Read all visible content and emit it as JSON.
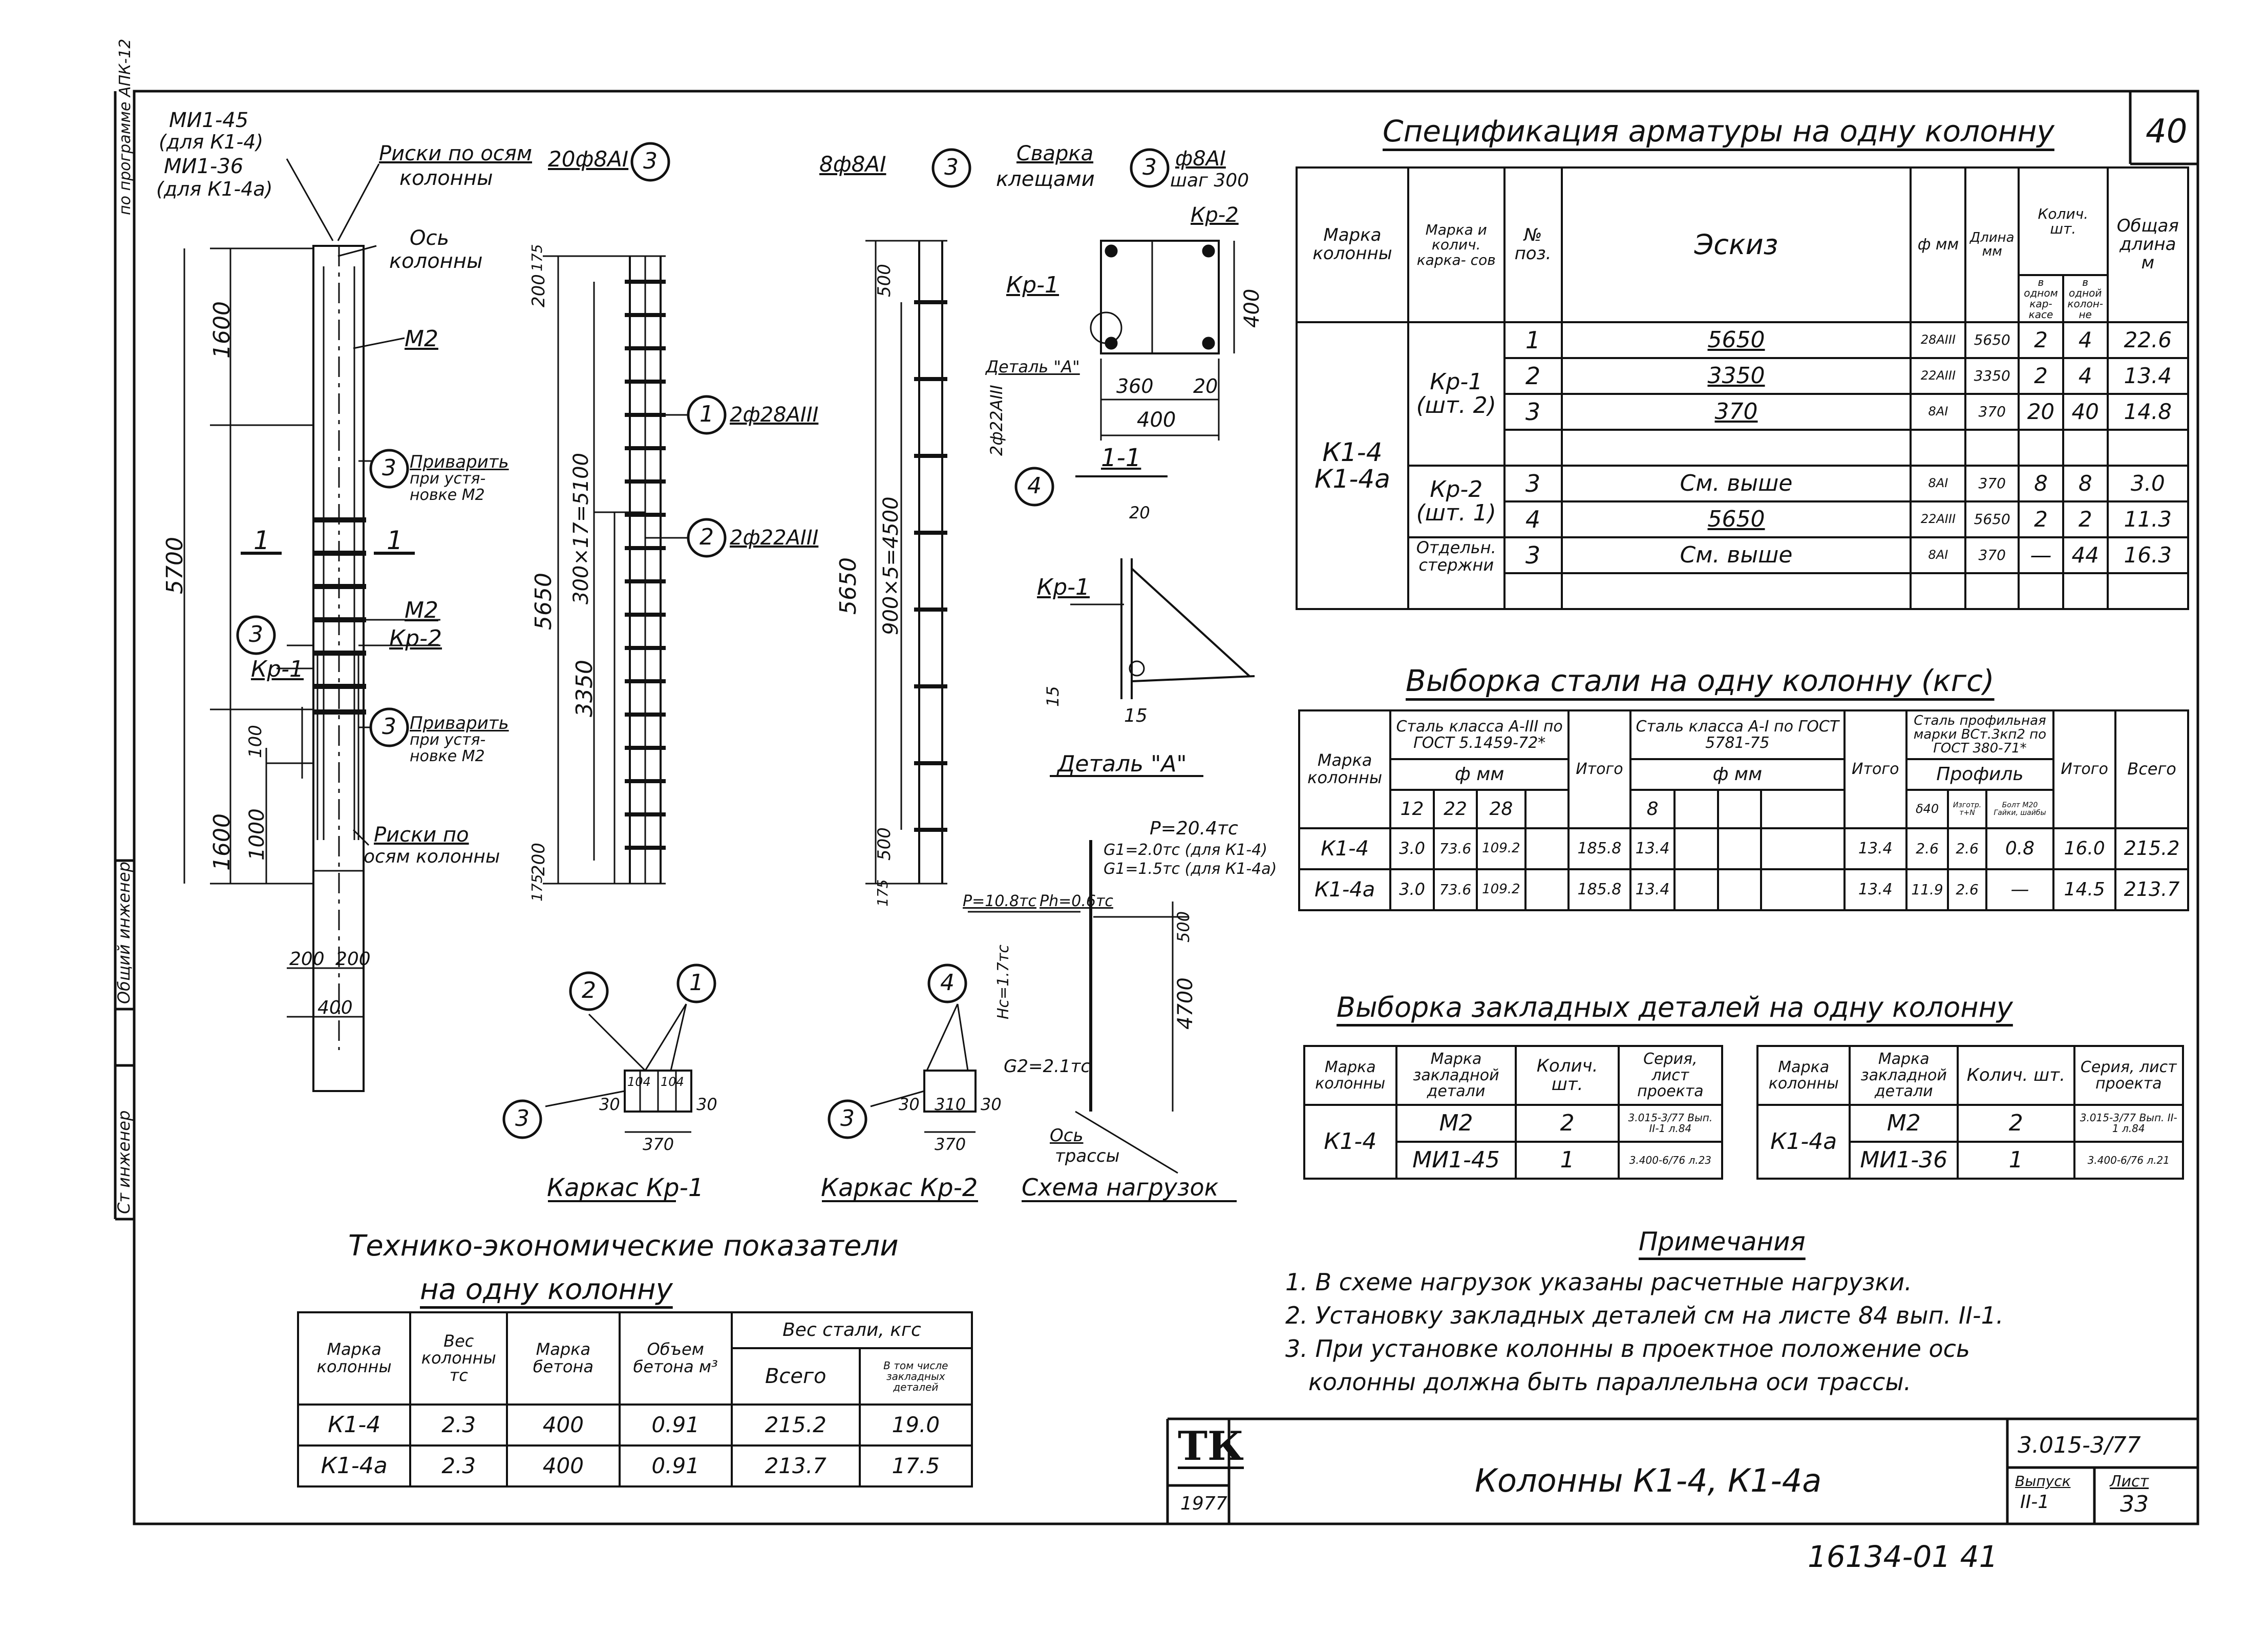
{
  "sheet_number": "40",
  "stamp": {
    "album": "по программе АПК-12",
    "roles": [
      "Ст инженер",
      "Общий инженер"
    ]
  },
  "drawing": {
    "top_marks": [
      "МИ1-45",
      "(для К1-4)",
      "МИ1-36",
      "(для К1-4а)"
    ],
    "risks_axes_top": [
      "Риски по осям",
      "колонны"
    ],
    "axis_column": [
      "Ось",
      "колонны"
    ],
    "m2_top": "М2",
    "m2_mid": "М2",
    "kr2": "Кр-2",
    "kr1": "Кр-1",
    "weld_note_1": [
      "Приварить",
      "при устя-",
      "новке М2"
    ],
    "weld_note_2": [
      "Приварить",
      "при устя-",
      "новке М2"
    ],
    "risks_axes_bottom": [
      "Риски по",
      "осям колонны"
    ],
    "dims_left": [
      "1600",
      "5700",
      "1600",
      "1000",
      "100"
    ],
    "section_mark": "1",
    "bottom_dims": [
      "200",
      "200",
      "400"
    ],
    "bars_top": "20ф8АI",
    "bar1_label": "2ф28АIII",
    "bar2_label": "2ф22АIII",
    "frame1_dims": [
      "5650",
      "300×17=5100",
      "3350",
      "200",
      "200",
      "175",
      "175"
    ],
    "bars_top_2": "8ф8АI",
    "frame2_dims": [
      "5650",
      "900×5=4500",
      "500",
      "500",
      "175"
    ],
    "weld_clamp": [
      "Сварка",
      "клещами"
    ],
    "step_label": [
      "ф8АI",
      "шаг 300"
    ],
    "kr2_label": "Кр-2",
    "kr1_label": "Кр-1",
    "detail_a_ref": "Деталь \"А\"",
    "sec_dims": [
      "400",
      "360",
      "20",
      "400"
    ],
    "bar_4_label": "2ф22АIII",
    "section_title": "1-1",
    "detail_title": "Деталь \"А\"",
    "detail_dims": [
      "20",
      "15",
      "15"
    ],
    "kr1_detail": "Кр-1",
    "frame_kr1_title": "Каркас Кр-1",
    "frame_kr2_title": "Каркас Кр-2",
    "frame_kr1_dims": [
      "30",
      "370",
      "30",
      "104",
      "104"
    ],
    "frame_kr2_dims": [
      "30",
      "310",
      "30",
      "370"
    ],
    "loads_title": "Схема нагрузок",
    "loads": [
      "P=20.4тс",
      "G1=2.0тс (для К1-4)",
      "G1=1.5тс (для К1-4а)",
      "P=10.8тс",
      "Ph=0.6тс",
      "Hc=1.7тс",
      "G2=2.1тс",
      "4700",
      "500"
    ],
    "axis_route": [
      "Ось",
      "трассы"
    ]
  },
  "spec": {
    "title": "Спецификация арматуры на одну колонну",
    "headers": [
      "Марка колонны",
      "Марка и колич. карка- сов",
      "№ поз.",
      "Эскиз",
      "ф мм",
      "Длина мм",
      "Колич. шт.",
      "Общая длина м"
    ],
    "sub_headers": [
      "в одном кар- касе",
      "в одной колон- не"
    ],
    "column_mark": "К1-4 К1-4а",
    "groups": [
      {
        "mark": "Кр-1 (шт. 2)",
        "rows": [
          {
            "pos": "1",
            "sketch": "5650",
            "d": "28АIII",
            "len": "5650",
            "q1": "2",
            "q2": "4",
            "total": "22.6"
          },
          {
            "pos": "2",
            "sketch": "3350",
            "d": "22АIII",
            "len": "3350",
            "q1": "2",
            "q2": "4",
            "total": "13.4"
          },
          {
            "pos": "3",
            "sketch": "370",
            "d": "8АI",
            "len": "370",
            "q1": "20",
            "q2": "40",
            "total": "14.8"
          }
        ]
      },
      {
        "mark": "Кр-2 (шт. 1)",
        "rows": [
          {
            "pos": "3",
            "sketch": "См. выше",
            "d": "8АI",
            "len": "370",
            "q1": "8",
            "q2": "8",
            "total": "3.0"
          },
          {
            "pos": "4",
            "sketch": "5650",
            "d": "22АIII",
            "len": "5650",
            "q1": "2",
            "q2": "2",
            "total": "11.3"
          }
        ]
      },
      {
        "mark": "Отдельн. стержни",
        "rows": [
          {
            "pos": "3",
            "sketch": "См. выше",
            "d": "8АI",
            "len": "370",
            "q1": "—",
            "q2": "44",
            "total": "16.3"
          }
        ]
      }
    ]
  },
  "steel": {
    "title": "Выборка стали на одну колонну (кгс)",
    "groups": [
      "Сталь класса А-III по ГОСТ 5.1459-72*",
      "Сталь класса А-I по ГОСТ 5781-75",
      "Сталь профильная марки ВСт.3кп2 по ГОСТ 380-71*"
    ],
    "headers": [
      "Марка колонны",
      "ф мм",
      "Итого",
      "ф мм",
      "Итого",
      "Профиль",
      "Итого",
      "Всего"
    ],
    "d1": [
      "12",
      "22",
      "28"
    ],
    "d2": [
      "8"
    ],
    "profile": [
      "δ40",
      "Изготр. т+N",
      "Болт М20 Гайки, шайбы"
    ],
    "rows": [
      {
        "mark": "К1-4",
        "v": [
          "3.0",
          "73.6",
          "109.2",
          "185.8",
          "13.4",
          "13.4",
          "2.6",
          "2.6",
          "0.8",
          "16.0",
          "215.2"
        ]
      },
      {
        "mark": "К1-4а",
        "v": [
          "3.0",
          "73.6",
          "109.2",
          "185.8",
          "13.4",
          "13.4",
          "11.9",
          "2.6",
          "—",
          "14.5",
          "213.7"
        ]
      }
    ]
  },
  "embedded": {
    "title": "Выборка закладных деталей на одну колонну",
    "headers": [
      "Марка колонны",
      "Марка закладной детали",
      "Колич. шт.",
      "Серия, лист проекта"
    ],
    "left": {
      "mark": "К1-4",
      "rows": [
        {
          "part": "М2",
          "qty": "2",
          "series": "3.015-3/77 Вып. II-1 л.84"
        },
        {
          "part": "МИ1-45",
          "qty": "1",
          "series": "3.400-6/76 л.23"
        }
      ]
    },
    "right": {
      "mark": "К1-4а",
      "rows": [
        {
          "part": "М2",
          "qty": "2",
          "series": "3.015-3/77 Вып. II-1 л.84"
        },
        {
          "part": "МИ1-36",
          "qty": "1",
          "series": "3.400-6/76 л.21"
        }
      ]
    }
  },
  "tech": {
    "title1": "Технико-экономические показатели",
    "title2": "на одну колонну",
    "headers": [
      "Марка колонны",
      "Вес колонны тс",
      "Марка бетона",
      "Объем бетона м³",
      "Вес стали, кгс",
      "Всего",
      "В том числе закладных деталей"
    ],
    "rows": [
      {
        "mark": "К1-4",
        "weight": "2.3",
        "concrete": "400",
        "volume": "0.91",
        "steel": "215.2",
        "emb": "19.0"
      },
      {
        "mark": "К1-4а",
        "weight": "2.3",
        "concrete": "400",
        "volume": "0.91",
        "steel": "213.7",
        "emb": "17.5"
      }
    ]
  },
  "notes": {
    "title": "Примечания",
    "items": [
      "1. В схеме нагрузок указаны расчетные нагрузки.",
      "2. Установку закладных деталей см на листе 84 вып. II-1.",
      "3. При установке колонны в проектное положение ось",
      "колонны должна быть параллельна оси трассы."
    ]
  },
  "title_block": {
    "logo": "ТК",
    "year": "1977",
    "name": "Колонны К1-4, К1-4а",
    "series": "3.015-3/77",
    "issue_label": "Выпуск",
    "issue": "II-1",
    "sheet_label": "Лист",
    "sheet": "33"
  },
  "footer_number": "16134-01 41"
}
